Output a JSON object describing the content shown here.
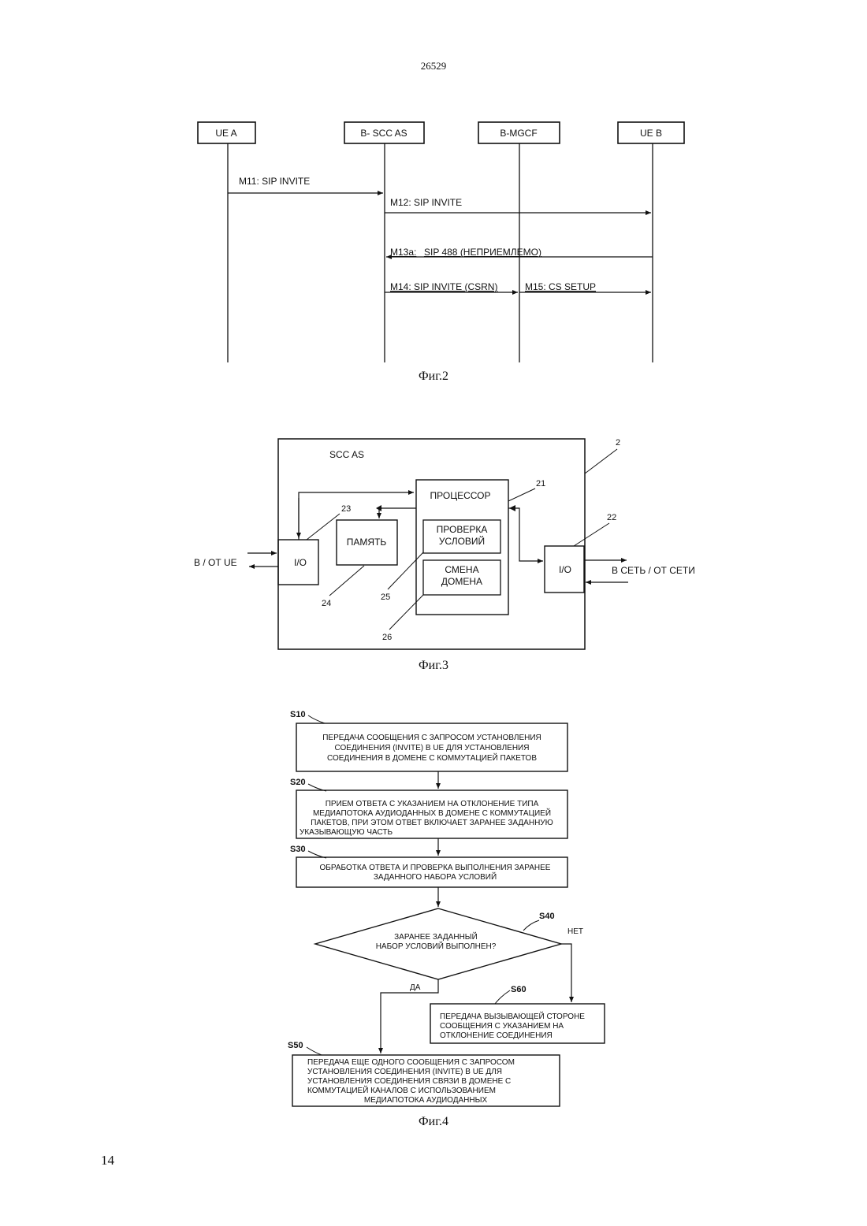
{
  "document": {
    "number": "26529",
    "page_number": "14"
  },
  "fig2": {
    "caption": "Фиг.2",
    "entities": [
      "UE A",
      "B- SCC AS",
      "B-MGCF",
      "UE B"
    ],
    "messages": {
      "m11": "M11: SIP INVITE",
      "m12": "M12: SIP INVITE",
      "m13a_id": "M13a:",
      "m13a_text": "SIP 488 (НЕПРИЕМЛЕМО)",
      "m14": "M14: SIP INVITE (CSRN)",
      "m15": "M15: CS SETUP"
    }
  },
  "fig3": {
    "caption": "Фиг.3",
    "title": "SCC AS",
    "processor": "ПРОЦЕССОР",
    "check_line1": "ПРОВЕРКА",
    "check_line2": "УСЛОВИЙ",
    "switch_line1": "СМЕНА",
    "switch_line2": "ДОМЕНА",
    "memory": "ПАМЯТЬ",
    "io_left": "I/O",
    "io_right": "I/O",
    "to_from_ue": "В / ОТ UE",
    "to_from_net": "В СЕТЬ / ОТ СЕТИ",
    "ref_2": "2",
    "ref_21": "21",
    "ref_22": "22",
    "ref_23": "23",
    "ref_24": "24",
    "ref_25": "25",
    "ref_26": "26"
  },
  "fig4": {
    "caption": "Фиг.4",
    "s10_label": "S10",
    "s10_lines": [
      "ПЕРЕДАЧА СООБЩЕНИЯ С ЗАПРОСОМ УСТАНОВЛЕНИЯ",
      "СОЕДИНЕНИЯ  (INVITE) В UE ДЛЯ УСТАНОВЛЕНИЯ",
      "СОЕДИНЕНИЯ В ДОМЕНЕ С КОММУТАЦИЕЙ ПАКЕТОВ"
    ],
    "s20_label": "S20",
    "s20_lines": [
      "ПРИЕМ ОТВЕТА С УКАЗАНИЕМ НА ОТКЛОНЕНИЕ ТИПА",
      "МЕДИАПОТОКА АУДИОДАННЫХ В ДОМЕНЕ С КОММУТАЦИЕЙ",
      "ПАКЕТОВ, ПРИ ЭТОМ ОТВЕТ ВКЛЮЧАЕТ ЗАРАНЕЕ ЗАДАННУЮ",
      "УКАЗЫВАЮЩУЮ ЧАСТЬ"
    ],
    "s30_label": "S30",
    "s30_lines": [
      "ОБРАБОТКА ОТВЕТА И ПРОВЕРКА ВЫПОЛНЕНИЯ ЗАРАНЕЕ",
      "ЗАДАННОГО НАБОРА УСЛОВИЙ"
    ],
    "s40_label": "S40",
    "s40_lines": [
      "ЗАРАНЕЕ ЗАДАННЫЙ",
      "НАБОР УСЛОВИЙ ВЫПОЛНЕН?"
    ],
    "no_label": "НЕТ",
    "yes_label": "ДА",
    "s60_label": "S60",
    "s60_lines": [
      "ПЕРЕДАЧА ВЫЗЫВАЮЩЕЙ СТОРОНЕ",
      "СООБЩЕНИЯ  С УКАЗАНИЕМ НА",
      "ОТКЛОНЕНИЕ СОЕДИНЕНИЯ"
    ],
    "s50_label": "S50",
    "s50_lines": [
      "ПЕРЕДАЧА ЕЩЕ ОДНОГО СООБЩЕНИЯ С ЗАПРОСОМ",
      "УСТАНОВЛЕНИЯ СОЕДИНЕНИЯ (INVITE) В UE ДЛЯ",
      "УСТАНОВЛЕНИЯ СОЕДИНЕНИЯ СВЯЗИ В ДОМЕНЕ С",
      "КОММУТАЦИЕЙ КАНАЛОВ С ИСПОЛЬЗОВАНИЕМ",
      "МЕДИАПОТОКА АУДИОДАННЫХ"
    ]
  }
}
